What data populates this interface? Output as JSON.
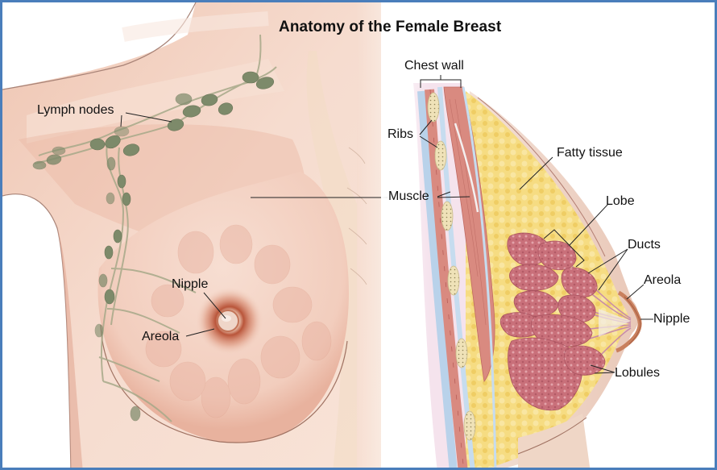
{
  "title": "Anatomy of the Female Breast",
  "colors": {
    "border": "#4a7ebb",
    "skin": "#f3d3c3",
    "skin_shadow": "#e6ad98",
    "lymph": "#7d8a6a",
    "fat": "#f4d97a",
    "muscle": "#d98a80",
    "lobule": "#c9707a",
    "nipple": "#c9805e"
  },
  "front_view": {
    "labels": {
      "lymph_nodes": "Lymph nodes",
      "nipple": "Nipple",
      "areola": "Areola"
    }
  },
  "side_view": {
    "labels": {
      "chest_wall": "Chest wall",
      "ribs": "Ribs",
      "muscle": "Muscle",
      "fatty_tissue": "Fatty tissue",
      "lobe": "Lobe",
      "ducts": "Ducts",
      "areola": "Areola",
      "nipple": "Nipple",
      "lobules": "Lobules"
    }
  }
}
